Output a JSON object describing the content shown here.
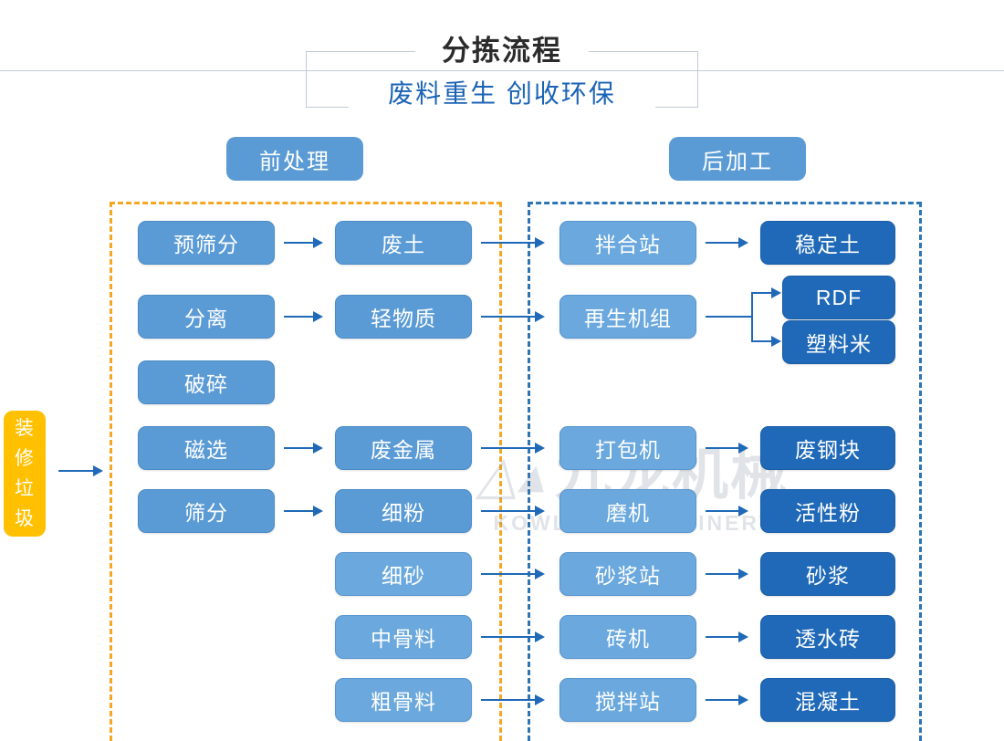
{
  "header": {
    "title": "分拣流程",
    "subtitle": "废料重生 创收环保"
  },
  "sections": {
    "pre_label": "前处理",
    "post_label": "后加工"
  },
  "input": {
    "label": "装修垃圾"
  },
  "watermark": {
    "logo_mark": "",
    "cn": "九龙机械",
    "en": "KOWLOONMACHINERY"
  },
  "colors": {
    "node_mid": "#5b9bd5",
    "node_light": "#6aa8dd",
    "node_dark": "#1f69b8",
    "input_yellow": "#ffc000",
    "frame_pre": "#f5a623",
    "frame_post": "#2e75b6",
    "arrow": "#1f69b8",
    "title": "#2b2b2b",
    "subtitle": "#1b63b5"
  },
  "nodes": {
    "pre_process": [
      {
        "label": "预筛分"
      },
      {
        "label": "分离"
      },
      {
        "label": "破碎"
      },
      {
        "label": "磁选"
      },
      {
        "label": "筛分"
      }
    ],
    "materials": [
      {
        "label": "废土"
      },
      {
        "label": "轻物质"
      },
      {
        "label": "废金属"
      },
      {
        "label": "细粉"
      },
      {
        "label": "细砂"
      },
      {
        "label": "中骨料"
      },
      {
        "label": "粗骨料"
      }
    ],
    "equipment": [
      {
        "label": "拌合站"
      },
      {
        "label": "再生机组"
      },
      {
        "label": "打包机"
      },
      {
        "label": "磨机"
      },
      {
        "label": "砂浆站"
      },
      {
        "label": "砖机"
      },
      {
        "label": "搅拌站"
      }
    ],
    "products": [
      {
        "label": "稳定土"
      },
      {
        "label": "RDF"
      },
      {
        "label": "塑料米"
      },
      {
        "label": "废钢块"
      },
      {
        "label": "活性粉"
      },
      {
        "label": "砂浆"
      },
      {
        "label": "透水砖"
      },
      {
        "label": "混凝土"
      }
    ]
  }
}
